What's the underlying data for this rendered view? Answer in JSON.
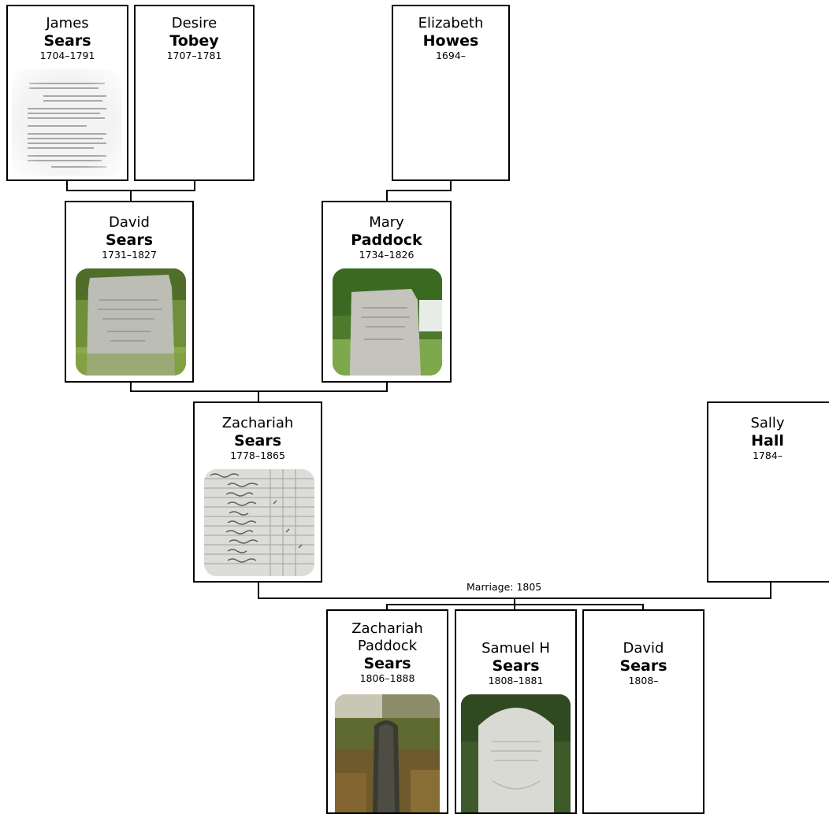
{
  "people": {
    "james": {
      "given": "James",
      "surname": "Sears",
      "dates": "1704–1791"
    },
    "desire": {
      "given": "Desire",
      "surname": "Tobey",
      "dates": "1707–1781"
    },
    "elizabeth": {
      "given": "Elizabeth",
      "surname": "Howes",
      "dates": "1694–"
    },
    "david_sr": {
      "given": "David",
      "surname": "Sears",
      "dates": "1731–1827"
    },
    "mary": {
      "given": "Mary",
      "surname": "Paddock",
      "dates": "1734–1826"
    },
    "zachariah": {
      "given": "Zachariah",
      "surname": "Sears",
      "dates": "1778–1865"
    },
    "sally": {
      "given": "Sally",
      "surname": "Hall",
      "dates": "1784–"
    },
    "zachariah_paddock": {
      "given_line1": "Zachariah",
      "given_line2": "Paddock",
      "surname": "Sears",
      "dates": "1806–1888"
    },
    "samuel": {
      "given": "Samuel H",
      "surname": "Sears",
      "dates": "1808–1881"
    },
    "david_jr": {
      "given": "David",
      "surname": "Sears",
      "dates": "1808–"
    }
  },
  "marriage_label": "Marriage: 1805",
  "colors": {
    "border": "#000000",
    "background": "#ffffff"
  }
}
